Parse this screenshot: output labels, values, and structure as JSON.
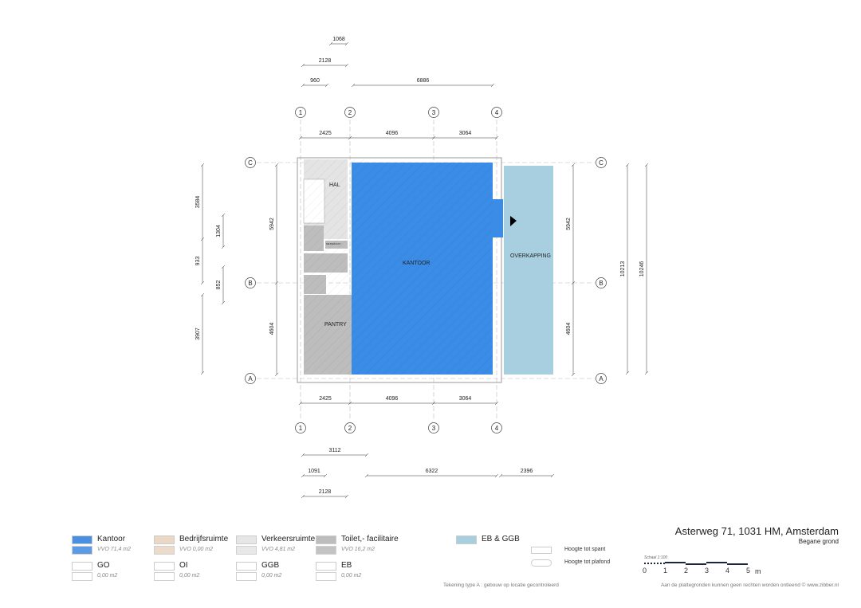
{
  "title": {
    "address": "Asterweg 71, 1031 HM, Amsterdam",
    "floor": "Begane grond"
  },
  "rooms": {
    "hal": "HAL",
    "kantoor": "KANTOOR",
    "pantry": "PANTRY",
    "overkapping": "OVERKAPPING",
    "meterkast": "METERKAST"
  },
  "grid": {
    "columns": [
      "1",
      "2",
      "3",
      "4"
    ],
    "rows": [
      "C",
      "B",
      "A"
    ]
  },
  "dims": {
    "top": [
      "1068",
      "2128",
      "960",
      "6886",
      "2425",
      "4096",
      "3064"
    ],
    "bottom": [
      "2425",
      "4096",
      "3064",
      "3112",
      "1091",
      "6322",
      "2396",
      "2128"
    ],
    "left": [
      "3584",
      "1304",
      "933",
      "852",
      "3907",
      "5942",
      "4604"
    ],
    "right": [
      "5942",
      "4604",
      "10213",
      "10246"
    ]
  },
  "legend": [
    {
      "name": "Kantoor",
      "sub": "VVO 71,4 m2",
      "color": "#4a90e2"
    },
    {
      "name": "Bedrijfsruimte",
      "sub": "VVO 0,00 m2",
      "color": "#ead8c4"
    },
    {
      "name": "Verkeersruimte",
      "sub": "VVO 4,81 m2",
      "color": "#e6e6e6"
    },
    {
      "name": "Toilet,- facilitaire",
      "sub": "VVO 16,2 m2",
      "color": "#bdbdbd"
    },
    {
      "name": "GO",
      "sub": "0,00 m2",
      "color": "#ffffff"
    },
    {
      "name": "OI",
      "sub": "0,00 m2",
      "color": "#ffffff"
    },
    {
      "name": "GGB",
      "sub": "0,00 m2",
      "color": "#ffffff"
    },
    {
      "name": "EB",
      "sub": "0,00 m2",
      "color": "#ffffff"
    },
    {
      "name": "EB & GGB",
      "color": "#a8cfe0"
    }
  ],
  "heights": {
    "spant": "Hoogte tot spant",
    "plafond": "Hoogte tot plafond"
  },
  "scale": {
    "label": "Schaal 1:100",
    "ticks": [
      "0",
      "1",
      "2",
      "3",
      "4",
      "5"
    ],
    "unit": "m"
  },
  "footer": {
    "left": "Tekening type A : gebouw op locatie gecontroleerd",
    "right": "Aan de plattegronden kunnen geen rechten worden ontleend © www.zibber.nl"
  }
}
